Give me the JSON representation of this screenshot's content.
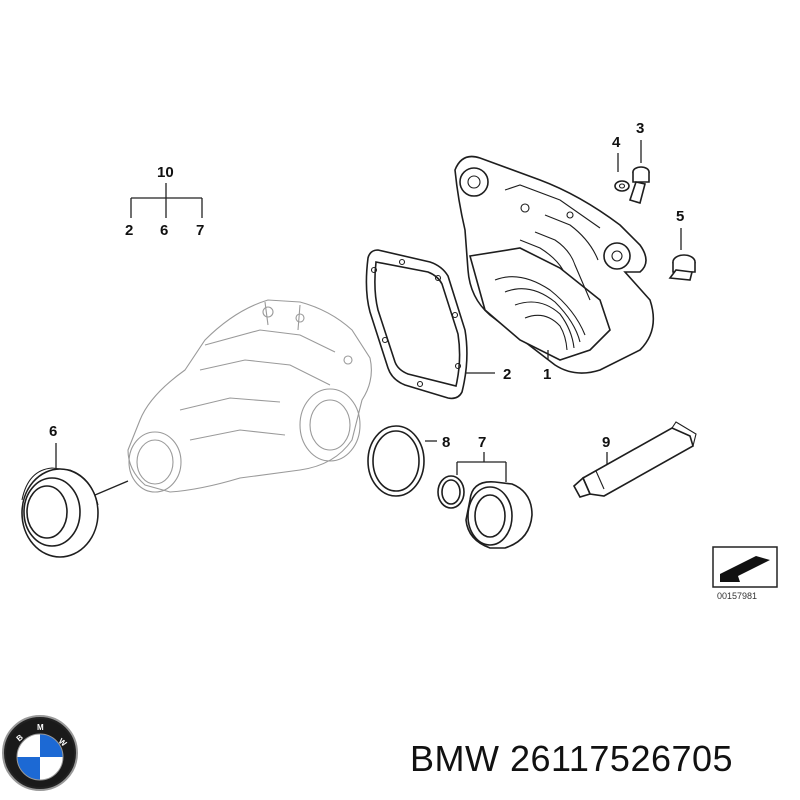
{
  "callouts": {
    "c10": "10",
    "c2a": "2",
    "c6a": "6",
    "c7a": "7",
    "c4": "4",
    "c3": "3",
    "c5": "5",
    "c2": "2",
    "c1": "1",
    "c6": "6",
    "c8": "8",
    "c7": "7",
    "c9": "9"
  },
  "diagram_ref": "00157981",
  "footer": {
    "brand": "BMW",
    "part_number": "26117526705"
  },
  "logo": {
    "letters": "BMW",
    "colors": {
      "blue": "#1c69d4",
      "white": "#ffffff",
      "ring": "#111111"
    }
  }
}
